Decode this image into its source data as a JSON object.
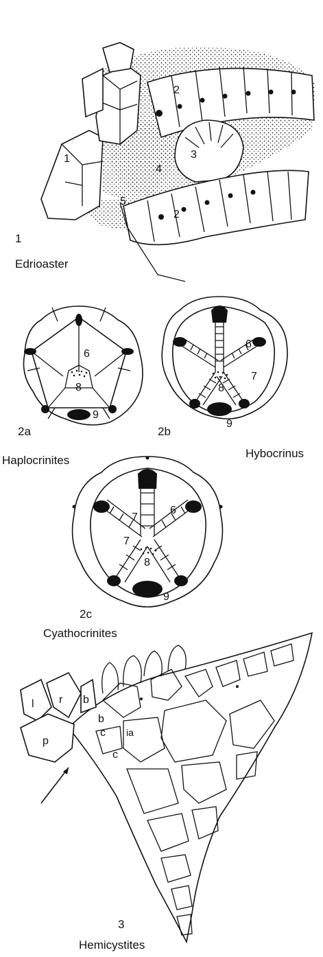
{
  "figures": [
    {
      "id": "1",
      "number": "1",
      "name": "Edrioaster",
      "labels": [
        "1",
        "2",
        "3",
        "4",
        "5",
        "2"
      ]
    },
    {
      "id": "2a",
      "number": "2a",
      "name": "Haplocrinites",
      "labels": [
        "6",
        "8",
        "9"
      ]
    },
    {
      "id": "2b",
      "number": "2b",
      "name": "Hybocrinus",
      "labels": [
        "6",
        "7",
        "8",
        "9"
      ]
    },
    {
      "id": "2c",
      "number": "2c",
      "name": "Cyathocrinites",
      "labels": [
        "6",
        "7",
        "7",
        "8",
        "9"
      ]
    },
    {
      "id": "3",
      "number": "3",
      "name": "Hemicystites",
      "labels": [
        "l",
        "r",
        "b",
        "p",
        "b",
        "ia",
        "c",
        "c"
      ]
    }
  ]
}
